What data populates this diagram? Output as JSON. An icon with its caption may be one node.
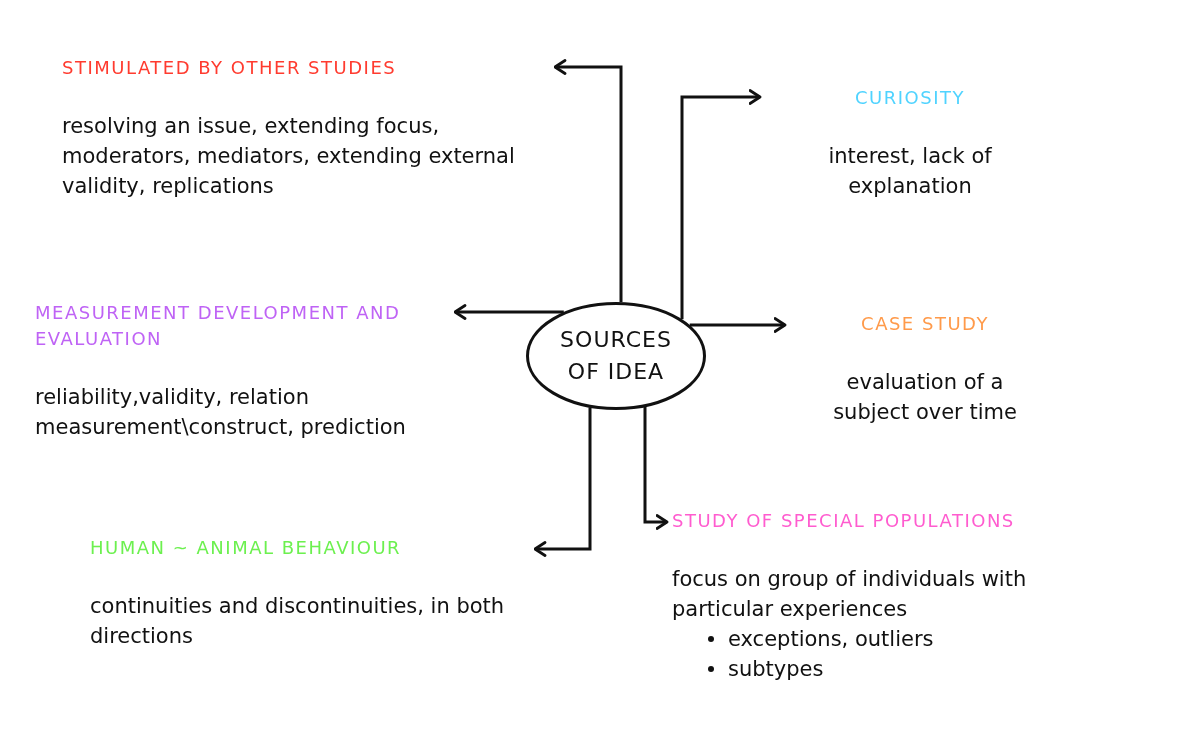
{
  "diagram": {
    "nodes": [
      {
        "text": [
          "SOURCES OF IDEA"
        ]
      },
      {
        "text": [
          "STIMULATED BY OTHER STUDIES",
          "resolving an issue, extending focus, moderators, mediators, extending external validity, replications"
        ]
      },
      {
        "text": [
          "CURIOSITY",
          "interest, lack of explanation"
        ]
      },
      {
        "text": [
          "MEASUREMENT DEVELOPMENT AND EVALUATION",
          "reliability,validity, relation measurement\\construct, prediction"
        ]
      },
      {
        "text": [
          "CASE STUDY",
          "evaluation of a subject over time"
        ]
      },
      {
        "text": [
          "HUMAN ~ ANIMAL BEHAVIOUR",
          "continuities and discontinuities, in both directions"
        ]
      },
      {
        "text": [
          "STUDY OF SPECIAL POPULATIONS",
          "focus on group of individuals with particular experiences",
          "exceptions, outliers",
          "subtypes"
        ]
      }
    ],
    "edges": [
      {
        "from": 0,
        "to": 1,
        "arrow": "to"
      },
      {
        "from": 0,
        "to": 2,
        "arrow": "to"
      },
      {
        "from": 0,
        "to": 3,
        "arrow": "to"
      },
      {
        "from": 0,
        "to": 4,
        "arrow": "to"
      },
      {
        "from": 0,
        "to": 5,
        "arrow": "to"
      },
      {
        "from": 0,
        "to": 6,
        "arrow": "to"
      }
    ]
  }
}
